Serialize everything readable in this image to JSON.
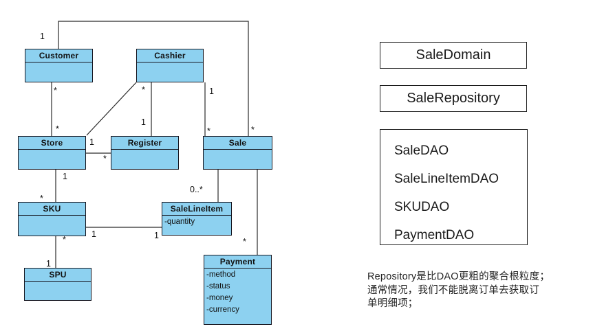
{
  "diagram": {
    "classes": [
      {
        "name": "Customer",
        "attributes": []
      },
      {
        "name": "Cashier",
        "attributes": []
      },
      {
        "name": "Store",
        "attributes": []
      },
      {
        "name": "Register",
        "attributes": []
      },
      {
        "name": "Sale",
        "attributes": []
      },
      {
        "name": "SKU",
        "attributes": []
      },
      {
        "name": "SaleLineItem",
        "attributes": [
          "-quantity"
        ]
      },
      {
        "name": "SPU",
        "attributes": []
      },
      {
        "name": "Payment",
        "attributes": [
          "-method",
          "-status",
          "-money",
          "-currency"
        ]
      }
    ],
    "multiplicity_labels": [
      {
        "text": "1",
        "edge": "customer-sale (customer end)"
      },
      {
        "text": "*",
        "edge": "customer-sale (sale end)"
      },
      {
        "text": "*",
        "edge": "customer-store (customer end)"
      },
      {
        "text": "*",
        "edge": "customer-store (store end)"
      },
      {
        "text": "*",
        "edge": "cashier-register (cashier end)"
      },
      {
        "text": "1",
        "edge": "cashier-register (register end)"
      },
      {
        "text": "1",
        "edge": "cashier-sale (cashier end)"
      },
      {
        "text": "*",
        "edge": "cashier-sale (sale end)"
      },
      {
        "text": "1",
        "edge": "store-register (store end)"
      },
      {
        "text": "*",
        "edge": "store-register (register end)"
      },
      {
        "text": "1",
        "edge": "store-sku (store end)"
      },
      {
        "text": "*",
        "edge": "store-sku (sku end)"
      },
      {
        "text": "1",
        "edge": "sku-salelineitem (sku end)"
      },
      {
        "text": "1",
        "edge": "sku-salelineitem (salelineitem end)"
      },
      {
        "text": "0..*",
        "edge": "sale-salelineitem (salelineitem end)"
      },
      {
        "text": "*",
        "edge": "sku-spu (sku end)"
      },
      {
        "text": "1",
        "edge": "sku-spu (spu end)"
      },
      {
        "text": "*",
        "edge": "sale-payment (payment end)"
      }
    ],
    "colors": {
      "class_fill": "#8DD1F0",
      "class_border": "#14141E",
      "line": "#2A2A2A"
    }
  },
  "right_panel": {
    "boxes": [
      {
        "label": "SaleDomain"
      },
      {
        "label": "SaleRepository"
      }
    ],
    "dao_box": {
      "items": [
        "SaleDAO",
        "SaleLineItemDAO",
        "SKUDAO",
        "PaymentDAO"
      ]
    }
  },
  "note": {
    "lines": [
      "Repository是比DAO更粗的聚合根粒度；",
      "通常情况，我们不能脱离订单去获取订",
      "单明细项；"
    ]
  }
}
